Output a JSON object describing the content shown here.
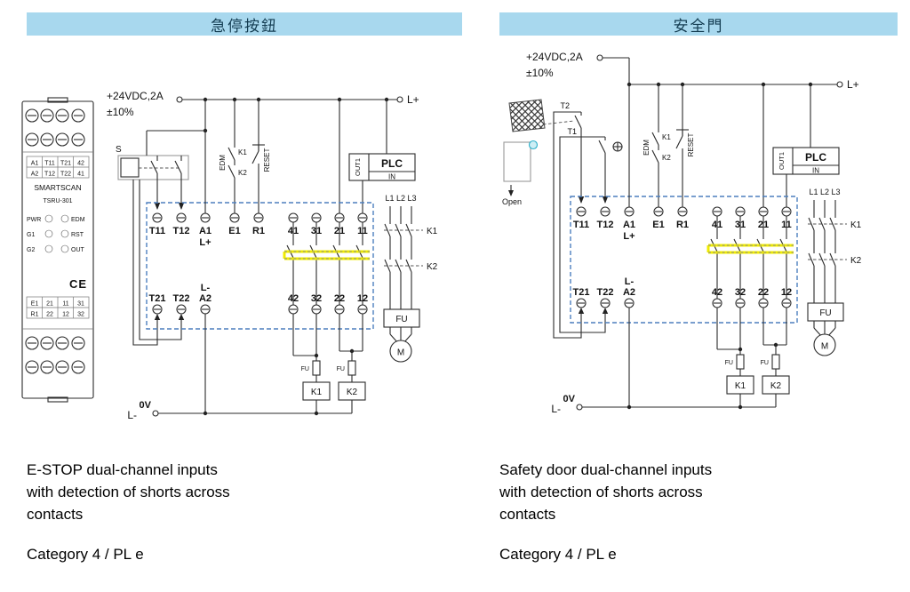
{
  "panels": {
    "left": {
      "title": "急停按鈕",
      "caption_lines": [
        "E-STOP dual-channel inputs",
        "with detection of shorts across",
        "contacts"
      ],
      "category": "Category 4 / PL e",
      "source_label": "S"
    },
    "right": {
      "title": "安全門",
      "caption_lines": [
        "Safety door dual-channel inputs",
        "with detection of shorts across",
        "contacts"
      ],
      "category": "Category 4 / PL e",
      "door": {
        "t1": "T1",
        "t2": "T2",
        "open": "Open"
      }
    }
  },
  "circuit": {
    "supply": "+24VDC,2A",
    "tolerance": "±10%",
    "l_plus": "L+",
    "l_minus": "L-",
    "zero_v": "0V",
    "edm": "EDM",
    "reset": "RESET",
    "k1": "K1",
    "k2": "K2",
    "fu": "FU",
    "motor": "M",
    "plc": "PLC",
    "out1": "OUT1",
    "plc_in": "IN",
    "phases": "L1 L2 L3",
    "top_terminals": [
      "T11",
      "T12",
      "A1",
      "E1",
      "R1",
      "41",
      "31",
      "21",
      "11"
    ],
    "bottom_terminals": [
      "T21",
      "T22",
      "A2",
      "42",
      "32",
      "22",
      "12"
    ]
  },
  "device": {
    "brand": "SMARTSCAN",
    "model": "TSRU-301",
    "ce_mark": "CE",
    "top_table": [
      [
        "A1",
        "T11",
        "T21",
        "42"
      ],
      [
        "A2",
        "T12",
        "T22",
        "41"
      ]
    ],
    "bottom_table": [
      [
        "E1",
        "21",
        "11",
        "31"
      ],
      [
        "R1",
        "22",
        "12",
        "32"
      ]
    ],
    "leds": [
      {
        "label": "PWR",
        "color": "#e03020"
      },
      {
        "label": "EDM",
        "color": "#e8d400"
      },
      {
        "label": "G1",
        "color": "#2fb52f"
      },
      {
        "label": "RST",
        "color": "#e8d400"
      },
      {
        "label": "G2",
        "color": "#2fb52f"
      },
      {
        "label": "OUT",
        "color": "#e8d400"
      }
    ]
  }
}
